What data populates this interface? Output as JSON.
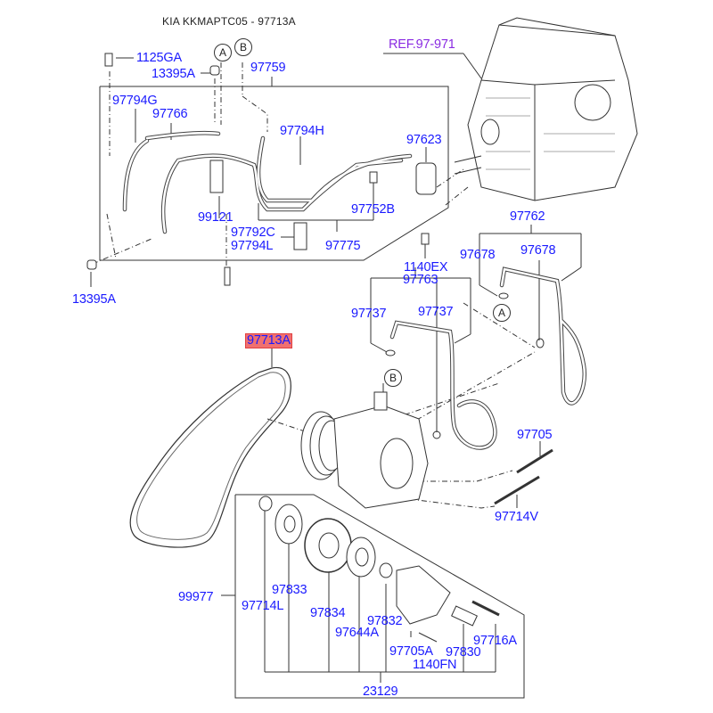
{
  "title": "KIA KKMAPTC05 - 97713A",
  "reference": "REF.97-971",
  "highlighted_part": "97713A",
  "colors": {
    "label": "#1a1aff",
    "reference": "#8a2be2",
    "highlight_bg": "#f07070",
    "line": "#333333"
  },
  "callouts": {
    "A": "A",
    "B": "B"
  },
  "labels": {
    "p1125GA": "1125GA",
    "p13395A_top": "13395A",
    "p97759": "97759",
    "p97794G": "97794G",
    "p97766": "97766",
    "p97794H": "97794H",
    "p97623": "97623",
    "p99121": "99121",
    "p97752B": "97752B",
    "p97792C": "97792C",
    "p97794L": "97794L",
    "p97775": "97775",
    "p13395A_bottom": "13395A",
    "p97762": "97762",
    "p97678_left": "97678",
    "p97678_right": "97678",
    "p1140EX": "1140EX",
    "p97763": "97763",
    "p97737_left": "97737",
    "p97737_right": "97737",
    "p97713A": "97713A",
    "p97705": "97705",
    "p97714V": "97714V",
    "p99977": "99977",
    "p97833": "97833",
    "p97714L": "97714L",
    "p97834": "97834",
    "p97832": "97832",
    "p97644A": "97644A",
    "p97716A": "97716A",
    "p97705A": "97705A",
    "p97830": "97830",
    "p1140FN": "1140FN",
    "p23129": "23129"
  }
}
